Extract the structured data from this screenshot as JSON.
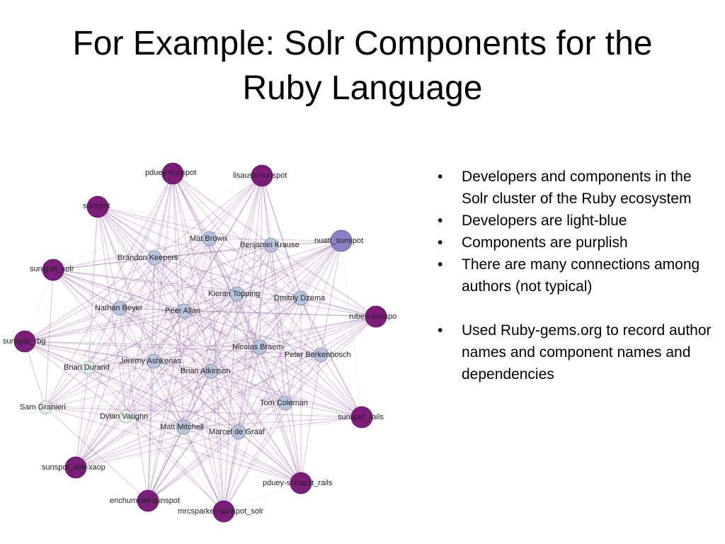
{
  "slide": {
    "title_lines": [
      "For Example: Solr Components for the",
      "Ruby Language"
    ],
    "bullets": [
      "Developers and components in the Solr cluster of the Ruby ecosystem",
      "Developers are light-blue",
      "Components are purplish",
      "There are many connections among authors (not typical)",
      "Used Ruby-gems.org to record author names and component names and dependencies"
    ]
  },
  "colors": {
    "component": "#7b1e7a",
    "component_alt": "#8a82c4",
    "developer": "#b8c4dc",
    "developer_pale": "#e6f0ec",
    "edge": "#9b6aa8"
  },
  "graph": {
    "components": [
      "pduey-sunspot",
      "lisausa-sunspot",
      "sunspot",
      "nuatt_sunspot",
      "sunspot_solr",
      "ruben-sunspo",
      "sunspot_rbg",
      "sunspot_rails",
      "sunspot_solr-xaop",
      "pduey-sunspot_rails",
      "erichummel-sunspot",
      "mrcsparker-sunspot_solr"
    ],
    "developers": [
      "Mat Brown",
      "Benjamin Krause",
      "Brandon Keepers",
      "Kieran Topping",
      "Dmitriy Dzema",
      "Nathan Beyer",
      "Peer Allan",
      "Nicolas Braem",
      "Peter Berkenbosch",
      "Jeremy Ashkenas",
      "Brian Atkinson",
      "Brian Durand",
      "Tom Coleman",
      "Sam Granieri",
      "Dylan Vaughn",
      "Matt Mitchell",
      "Marcel de Graaf"
    ]
  }
}
